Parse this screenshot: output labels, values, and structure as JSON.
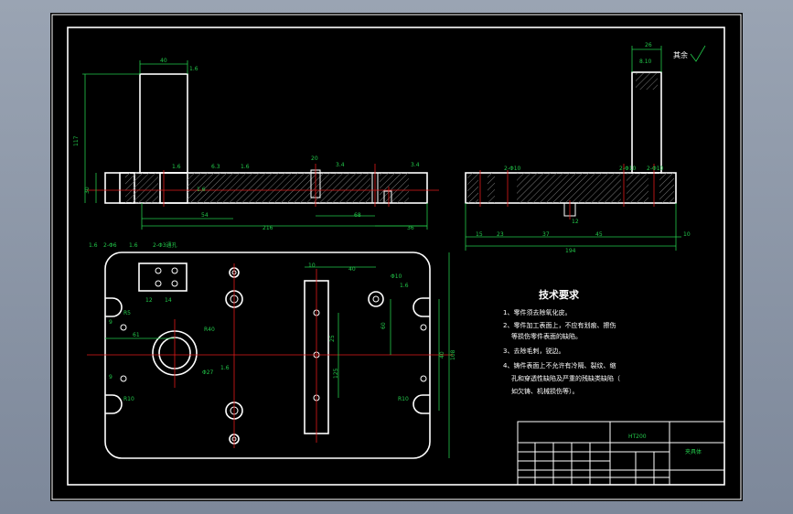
{
  "title_block": {
    "material": "HT200",
    "part_name": "夹具体"
  },
  "surface_finish": {
    "label": "其余"
  },
  "tech_requirements": {
    "heading": "技术要求",
    "items": [
      "1、零件须去除氧化皮。",
      "2、零件加工表面上，不应有划痕、擦伤",
      "等损伤零件表面的缺陷。",
      "3、去除毛刺，锐边。",
      "4、铸件表面上不允许有冷隔、裂纹、缩",
      "孔和穿透性缺陷及严重的残缺类缺陷（",
      "如欠铸、机械损伤等）。"
    ]
  },
  "dimensions": {
    "front": [
      "40",
      "1.6",
      "117",
      "30",
      "1.6",
      "1.6",
      "6.3",
      "1.6",
      "20",
      "3.4",
      "3.4",
      "54",
      "216",
      "68",
      "36",
      "1.6"
    ],
    "side": [
      "26",
      "8.10",
      "2-Φ10",
      "2-Φ10",
      "2-Φ10",
      "12",
      "15",
      "23",
      "37",
      "45",
      "194",
      "10"
    ],
    "plan": [
      "1.6",
      "2-Φ6",
      "1.6",
      "2-Φ3通孔",
      "12",
      "14",
      "10",
      "40",
      "Φ10",
      "1.6",
      "R40",
      "61",
      "Φ27",
      "1.6",
      "25",
      "125",
      "60",
      "40",
      "108",
      "9",
      "9",
      "R5",
      "R10",
      "R10"
    ]
  }
}
